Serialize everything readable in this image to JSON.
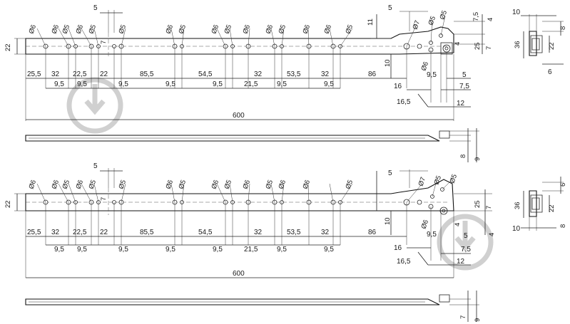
{
  "rail_top": {
    "overall_length": "600",
    "rail_height": "22",
    "hole_labels": [
      "Ø6",
      "Ø6",
      "Ø5",
      "Ø6",
      "Ø5",
      "Ø5",
      "Ø6",
      "Ø5",
      "Ø6",
      "Ø5",
      "Ø6",
      "Ø6",
      "Ø5",
      "Ø6",
      "Ø6",
      "Ø5"
    ],
    "hole_offset_top": "5",
    "hole_offset_side": "7",
    "slot_hole": "Ø7",
    "end_hole_a": "Ø5",
    "end_hole_b": "Ø5",
    "end_hole_c": "Ø6",
    "vertical_11": "11",
    "vertical_10": "10",
    "row1": [
      "25,5",
      "32",
      "22,5",
      "22",
      "85,5",
      "54,5",
      "32",
      "53,5",
      "32",
      "86"
    ],
    "row2": [
      "9,5",
      "9,5",
      "9,5",
      "9,5",
      "9,5",
      "21,5",
      "9,5",
      "9,5"
    ],
    "right_dims": {
      "d5_top": "5",
      "d7_5_top": "7,5",
      "d4": "4",
      "d25": "25",
      "d4b": "4",
      "d7": "7",
      "d9_5": "9,5",
      "d5": "5",
      "d7_5": "7,5",
      "d16": "16",
      "d16_5": "16,5",
      "d12": "12"
    },
    "profile": {
      "d8": "8",
      "d9": "9"
    },
    "section": {
      "d10": "10",
      "d8": "8",
      "d36": "36",
      "d22": "22",
      "d6": "6"
    }
  },
  "rail_bottom": {
    "overall_length": "600",
    "rail_height": "22",
    "hole_labels": [
      "Ø6",
      "Ø6",
      "Ø5",
      "Ø6",
      "Ø5",
      "Ø5",
      "Ø6",
      "Ø5",
      "Ø6",
      "Ø5",
      "Ø6",
      "Ø5",
      "Ø6",
      "Ø6",
      "Ø5"
    ],
    "hole_offset_top": "5",
    "hole_offset_side": "7",
    "slot_hole": "Ø7",
    "end_hole_a": "Ø5",
    "end_hole_b": "Ø5",
    "end_hole_c": "Ø6",
    "vertical_10": "10",
    "row1": [
      "25,5",
      "32",
      "22,5",
      "22",
      "85,5",
      "54,5",
      "32",
      "53,5",
      "32",
      "86"
    ],
    "row2": [
      "9,5",
      "9,5",
      "9,5",
      "9,5",
      "9,5",
      "21,5",
      "9,5",
      "9,5"
    ],
    "right_dims": {
      "d5_top": "5",
      "d25": "25",
      "d7": "7",
      "d9_5": "9,5",
      "d4": "4",
      "d5": "5",
      "d4b": "4",
      "d7_5": "7,5",
      "d16": "16",
      "d16_5": "16,5",
      "d12": "12"
    },
    "profile": {
      "d7": "7",
      "d9": "9"
    },
    "section": {
      "d6": "6",
      "d36": "36",
      "d22": "22",
      "d10": "10",
      "d8": "8"
    }
  }
}
